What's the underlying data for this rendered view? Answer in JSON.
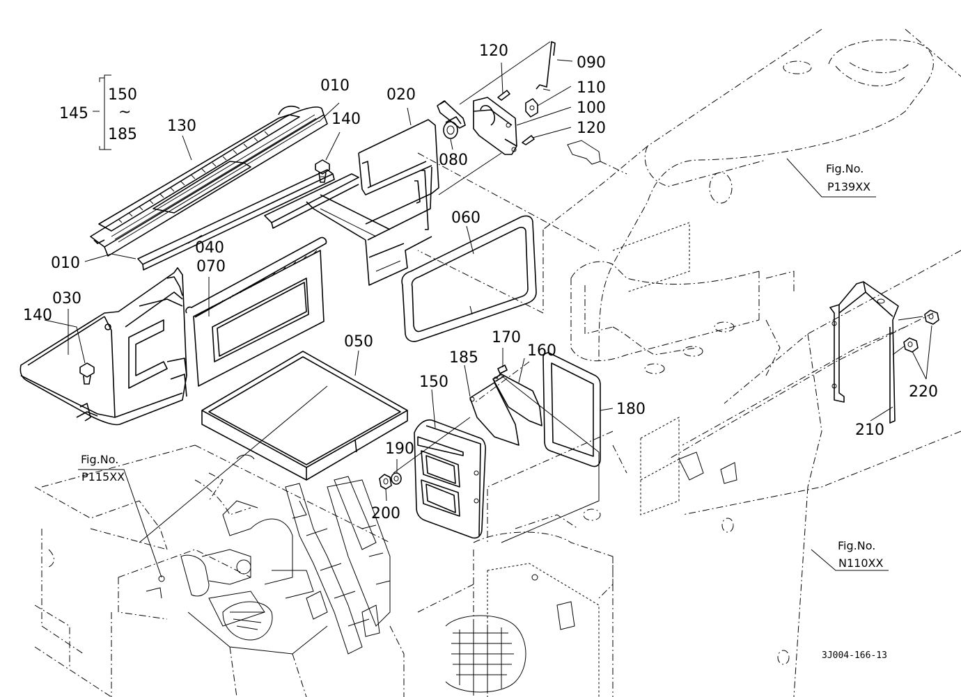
{
  "labels": {
    "p010a": "010",
    "p010b": "010",
    "p020": "020",
    "p030": "030",
    "p040": "040",
    "p050": "050",
    "p060": "060",
    "p070": "070",
    "p080": "080",
    "p090": "090",
    "p100": "100",
    "p110": "110",
    "p120a": "120",
    "p120b": "120",
    "p130": "130",
    "p140a": "140",
    "p140b": "140",
    "p145": "145",
    "p150a": "150",
    "p150b": "150",
    "p160": "160",
    "p170": "170",
    "p180": "180",
    "p185a": "185",
    "p185b": "185",
    "p190": "190",
    "p200": "200",
    "p210": "210",
    "p220": "220",
    "tilde": "~"
  },
  "fig_refs": {
    "fig_label": "Fig.No.",
    "p139": "P139XX",
    "p115": "P115XX",
    "n110": "N110XX"
  },
  "drawing_code": "3J004-166-13"
}
